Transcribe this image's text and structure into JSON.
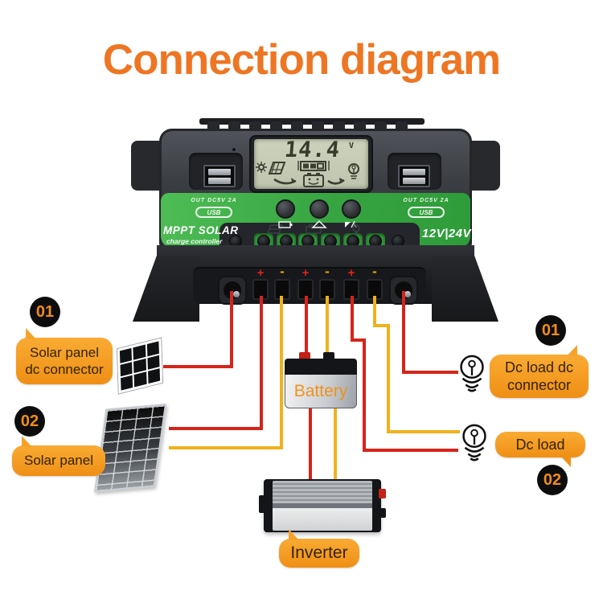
{
  "title": "Connection diagram",
  "colors": {
    "accent_orange": "#ee7623",
    "bubble_orange": "#f49c1f",
    "wire_red": "#d5241b",
    "wire_yellow": "#f1b11c",
    "controller_green": "#3aa843"
  },
  "controller": {
    "lcd": {
      "value": "14.4",
      "unit": "V"
    },
    "usb_out_label": "OUT DC5V 2A",
    "usb_logo_text": "USB",
    "brand_title": "MPPT SOLAR",
    "brand_subtitle": "charge controller",
    "voltage_label": "12V|24V",
    "terminal_marks": [
      "+",
      "-",
      "+",
      "-",
      "+",
      "-"
    ]
  },
  "icons": {
    "lcd": [
      "sun-icon",
      "solar-panel-icon",
      "arrow-right-icon",
      "battery-gauge-icon",
      "battery-status-icon",
      "arrow-right-icon",
      "lamp-icon"
    ],
    "buttons": [
      "battery-icon",
      "warning-triangle-icon",
      "signal-moon-icon"
    ],
    "components": [
      "small-solar-panel-icon",
      "large-solar-panel-icon",
      "bulb-icon",
      "bulb-icon"
    ]
  },
  "callouts": {
    "solar_connector": {
      "badge": "01",
      "line1": "Solar panel",
      "line2": "dc connector"
    },
    "solar_panel": {
      "badge": "02",
      "line1": "Solar panel"
    },
    "dc_load_connector": {
      "badge": "01",
      "line1": "Dc load dc",
      "line2": "connector"
    },
    "dc_load": {
      "badge": "02",
      "line1": "Dc load"
    }
  },
  "components": {
    "battery": {
      "label": "Battery"
    },
    "inverter": {
      "label": "Inverter"
    }
  }
}
